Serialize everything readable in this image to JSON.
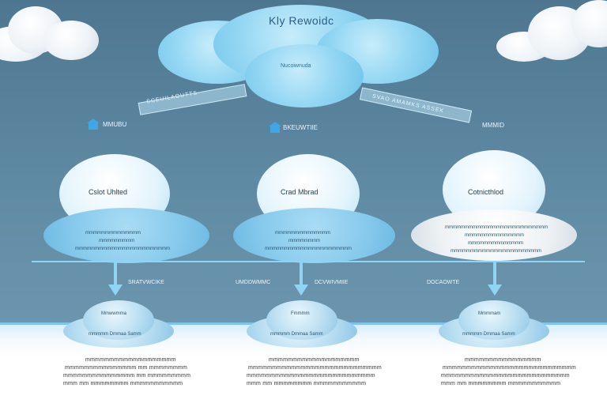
{
  "top": {
    "title": "Kly Rewoidc",
    "subtitle": "Nucoiwnuda",
    "branch_left": "SCEUILAOUTTS",
    "branch_right": "SVAO AMAMKS ASSEK"
  },
  "left_node": {
    "marker": "MMUBU",
    "cloud_label": "Cslot Uhlted",
    "lines": [
      "mmmmmmmmmmmmmm",
      "mmmmmmmmm",
      "mmmmmmmmmmmmmmmmmmmmmmmm"
    ],
    "arrow_label": "SRATVWCIKE",
    "bottom_title": "Mmwwmma",
    "bottom_sub": "mmmmm Dmmaa Samm",
    "ground_lines": [
      "mmmmmmmmmmmmmmmmmmm",
      "mmmmmmmmmmmmmmm mm mmmmmmmm",
      "mmmmmmmmmmmmmmm mm mmmmmmmmm",
      "mmm mm mmmmmmmm mmmmmmmmmmm"
    ]
  },
  "middle_node": {
    "marker": "BKEUWTIIE",
    "cloud_label": "Crad Mbrad",
    "lines": [
      "mmmmmmmmmmmmmm",
      "mmmmmmmm",
      "mmmmmmmmmmmmmmmmmmmmmm"
    ],
    "arrow_label_left": "UMDDWMMC",
    "arrow_label_right": "DCVWIVMIIE",
    "bottom_title": "Fmmmm",
    "bottom_sub": "mmmmm Dmmaa Samm",
    "ground_lines": [
      "mmmmmmmmmmmmmmmmmmm",
      "mmmmmmmmmmmmmmmmmmmmmmmmmmmm",
      "mmmmmmmmmmmmmmmmmmmmmmmmmmm",
      "mmm mm mmmmmmmm mmmmmmmmmmm"
    ]
  },
  "right_node": {
    "marker": "MMMID",
    "cloud_label": "Cotnicthlod",
    "lines": [
      "mmmmmmmmmmmmmmmmmmmmmmmmmm",
      "mmmmmmmmmmmmmmm",
      "mmmmmmmmmmmmmm",
      "mmmmmmmmmmmmmmmmmmmmmmm"
    ],
    "arrow_label": "DOCAOWTE",
    "bottom_title": "Mmmmam",
    "bottom_sub": "mmmmm Dmmaa Samm",
    "ground_lines": [
      "mmmmmmmmmmmmmmmm",
      "mmmmmmmmmmmmmmmmmmmmmmmmmmmm",
      "mmmmmmmmmmmmmmmmmmmmmmmmmmm",
      "mmm mm mmmmmmmm mmmmmmmmmmm"
    ]
  },
  "colors": {
    "sky": "#5f8aa3",
    "cloud_blue": "#93d6f3",
    "accent": "#7cc3ef"
  }
}
